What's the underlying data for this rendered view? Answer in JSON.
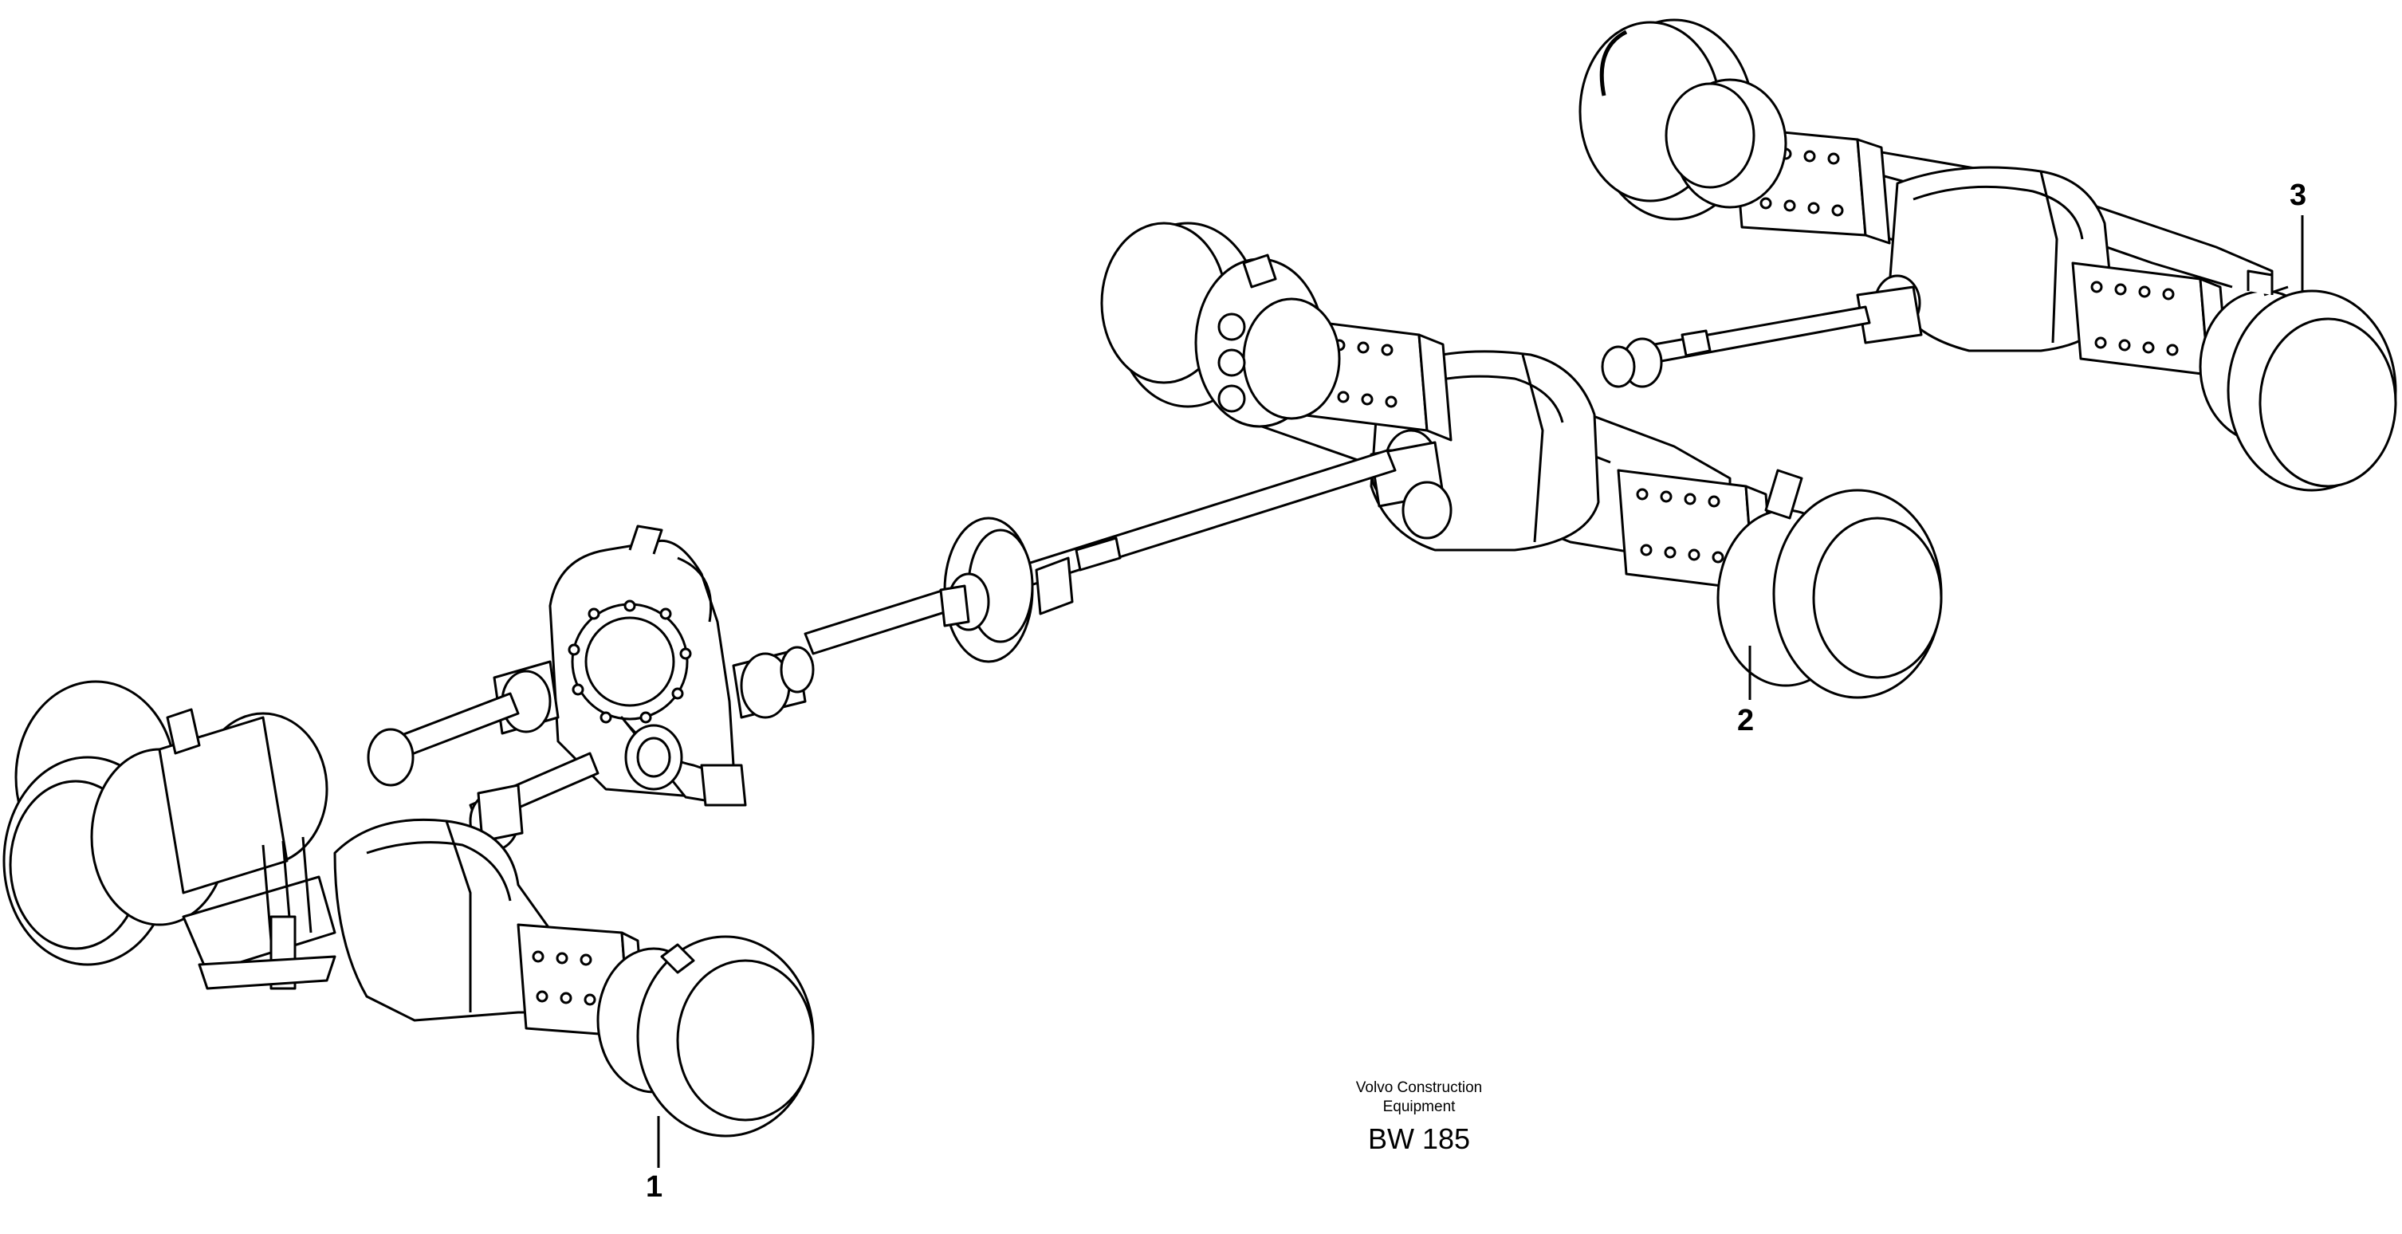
{
  "callouts": [
    {
      "label": "1"
    },
    {
      "label": "2"
    },
    {
      "label": "3"
    }
  ],
  "caption": {
    "maker": "Volvo Construction",
    "maker_line2": "Equipment",
    "code": "BW 185"
  },
  "colors": {
    "line": "#000000",
    "fill": "#ffffff",
    "shade": "#1a1a1a"
  }
}
